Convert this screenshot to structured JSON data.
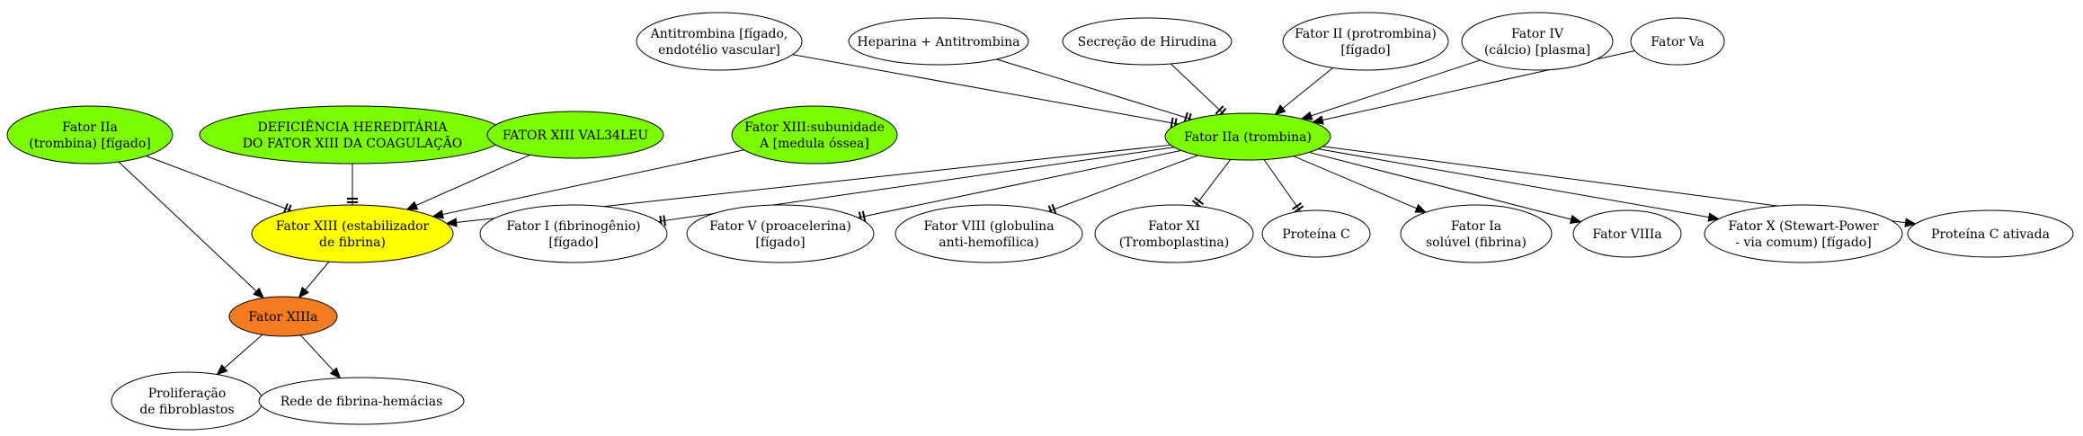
{
  "colors": {
    "white": "#ffffff",
    "green": "#7cfc00",
    "yellow": "#ffff00",
    "orange": "#f47b20",
    "stroke": "#000000"
  },
  "nodes": [
    {
      "id": "antitrombina",
      "lines": [
        "Antitrombina [fígado,",
        "endotélio vascular]"
      ],
      "fill": "white"
    },
    {
      "id": "heparina",
      "lines": [
        "Heparina + Antitrombina"
      ],
      "fill": "white"
    },
    {
      "id": "hirudina",
      "lines": [
        "Secreção de Hirudina"
      ],
      "fill": "white"
    },
    {
      "id": "fator-ii",
      "lines": [
        "Fator II (protrombina)",
        "[fígado]"
      ],
      "fill": "white"
    },
    {
      "id": "fator-iv",
      "lines": [
        "Fator IV",
        "(cálcio) [plasma]"
      ],
      "fill": "white"
    },
    {
      "id": "fator-va",
      "lines": [
        "Fator Va"
      ],
      "fill": "white"
    },
    {
      "id": "fator-iia-figado",
      "lines": [
        "Fator IIa",
        "(trombina) [fígado]"
      ],
      "fill": "green"
    },
    {
      "id": "deficiencia",
      "lines": [
        "DEFICIÊNCIA HEREDITÁRIA",
        "DO FATOR XIII DA COAGULAÇÃO"
      ],
      "fill": "green"
    },
    {
      "id": "val34leu",
      "lines": [
        "FATOR XIII VAL34LEU"
      ],
      "fill": "green"
    },
    {
      "id": "subunidade-a",
      "lines": [
        "Fator XIII:subunidade",
        "A [medula óssea]"
      ],
      "fill": "green"
    },
    {
      "id": "fator-iia",
      "lines": [
        "Fator IIa (trombina)"
      ],
      "fill": "green"
    },
    {
      "id": "fator-xiii",
      "lines": [
        "Fator XIII (estabilizador",
        "de fibrina)"
      ],
      "fill": "yellow"
    },
    {
      "id": "fator-i",
      "lines": [
        "Fator I (fibrinogênio)",
        "[fígado]"
      ],
      "fill": "white"
    },
    {
      "id": "fator-v",
      "lines": [
        "Fator V (proacelerina)",
        "[fígado]"
      ],
      "fill": "white"
    },
    {
      "id": "fator-viii",
      "lines": [
        "Fator VIII (globulina",
        "anti-hemofílica)"
      ],
      "fill": "white"
    },
    {
      "id": "fator-xi",
      "lines": [
        "Fator XI",
        "(Tromboplastina)"
      ],
      "fill": "white"
    },
    {
      "id": "proteina-c",
      "lines": [
        "Proteína C"
      ],
      "fill": "white"
    },
    {
      "id": "fator-ia",
      "lines": [
        "Fator Ia",
        "solúvel (fibrina)"
      ],
      "fill": "white"
    },
    {
      "id": "fator-viiia",
      "lines": [
        "Fator VIIIa"
      ],
      "fill": "white"
    },
    {
      "id": "fator-x",
      "lines": [
        "Fator X (Stewart-Power",
        "- via comum) [fígado]"
      ],
      "fill": "white"
    },
    {
      "id": "proteina-c-ativada",
      "lines": [
        "Proteína C ativada"
      ],
      "fill": "white"
    },
    {
      "id": "fator-xiiia",
      "lines": [
        "Fator XIIIa"
      ],
      "fill": "orange"
    },
    {
      "id": "proliferacao",
      "lines": [
        "Proliferação",
        "de fibroblastos"
      ],
      "fill": "white"
    },
    {
      "id": "rede-fibrina",
      "lines": [
        "Rede de fibrina-hemácias"
      ],
      "fill": "white"
    }
  ],
  "edges": [
    {
      "from": "antitrombina",
      "to": "fator-iia",
      "type": "inhibit"
    },
    {
      "from": "heparina",
      "to": "fator-iia",
      "type": "inhibit"
    },
    {
      "from": "hirudina",
      "to": "fator-iia",
      "type": "inhibit"
    },
    {
      "from": "fator-ii",
      "to": "fator-iia",
      "type": "arrow"
    },
    {
      "from": "fator-iv",
      "to": "fator-iia",
      "type": "arrow"
    },
    {
      "from": "fator-va",
      "to": "fator-iia",
      "type": "arrow"
    },
    {
      "from": "fator-iia",
      "to": "fator-xiii",
      "type": "arrow"
    },
    {
      "from": "fator-iia",
      "to": "fator-i",
      "type": "inhibit"
    },
    {
      "from": "fator-iia",
      "to": "fator-v",
      "type": "inhibit"
    },
    {
      "from": "fator-iia",
      "to": "fator-viii",
      "type": "inhibit"
    },
    {
      "from": "fator-iia",
      "to": "fator-xi",
      "type": "inhibit"
    },
    {
      "from": "fator-iia",
      "to": "proteina-c",
      "type": "inhibit"
    },
    {
      "from": "fator-iia",
      "to": "fator-ia",
      "type": "arrow"
    },
    {
      "from": "fator-iia",
      "to": "fator-viiia",
      "type": "arrow"
    },
    {
      "from": "fator-iia",
      "to": "fator-x",
      "type": "arrow"
    },
    {
      "from": "fator-iia",
      "to": "proteina-c-ativada",
      "type": "arrow"
    },
    {
      "from": "fator-iia-figado",
      "to": "fator-xiii",
      "type": "inhibit"
    },
    {
      "from": "fator-iia-figado",
      "to": "fator-xiiia",
      "type": "arrow"
    },
    {
      "from": "deficiencia",
      "to": "fator-xiii",
      "type": "inhibit"
    },
    {
      "from": "val34leu",
      "to": "fator-xiii",
      "type": "arrow"
    },
    {
      "from": "subunidade-a",
      "to": "fator-xiii",
      "type": "arrow"
    },
    {
      "from": "fator-xiii",
      "to": "fator-xiiia",
      "type": "arrow"
    },
    {
      "from": "fator-xiiia",
      "to": "proliferacao",
      "type": "arrow"
    },
    {
      "from": "fator-xiiia",
      "to": "rede-fibrina",
      "type": "arrow"
    }
  ]
}
